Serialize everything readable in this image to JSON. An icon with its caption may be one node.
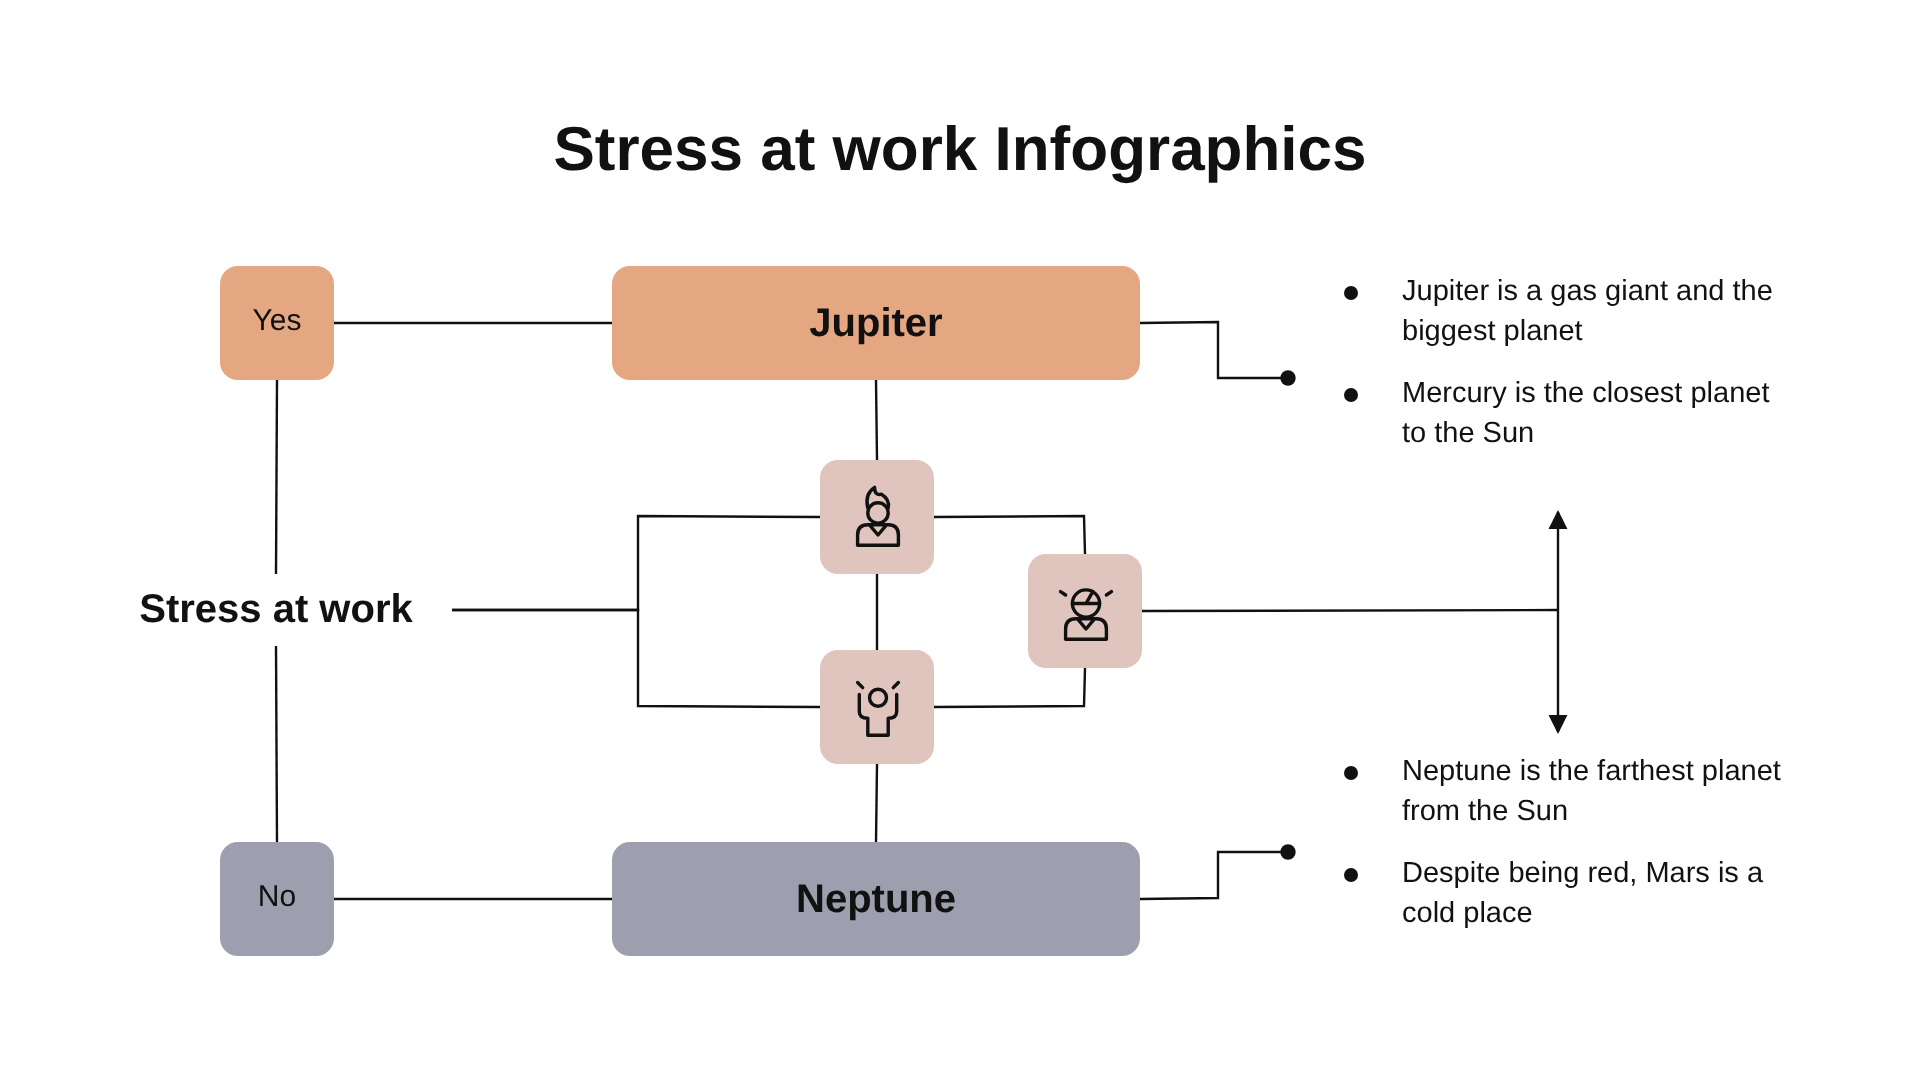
{
  "diagram": {
    "title": "Stress at work Infographics",
    "nodes": [
      {
        "text": [
          "Yes"
        ]
      },
      {
        "text": [
          "Jupiter"
        ]
      },
      {
        "text": [
          "Stress at work"
        ]
      },
      {
        "text": [],
        "shape": "box"
      },
      {
        "text": [],
        "shape": "box"
      },
      {
        "text": [],
        "shape": "box"
      },
      {
        "text": [
          "No"
        ]
      },
      {
        "text": [
          "Neptune"
        ]
      }
    ],
    "edges": [
      {
        "from": 0,
        "to": 1,
        "arrow": "none"
      },
      {
        "from": 2,
        "to": 0,
        "arrow": "none"
      },
      {
        "from": 2,
        "to": 6,
        "arrow": "none"
      },
      {
        "from": 6,
        "to": 7,
        "arrow": "none"
      },
      {
        "from": 2,
        "to": 3,
        "arrow": "none"
      },
      {
        "from": 2,
        "to": 4,
        "arrow": "none"
      },
      {
        "from": 1,
        "to": 3,
        "arrow": "none"
      },
      {
        "from": 3,
        "to": 4,
        "arrow": "none"
      },
      {
        "from": 4,
        "to": 7,
        "arrow": "none"
      },
      {
        "from": 3,
        "to": 5,
        "arrow": "none"
      },
      {
        "from": 4,
        "to": 5,
        "arrow": "none"
      },
      {
        "from": 5,
        "to": null,
        "arrow": "none"
      },
      {
        "from": 1,
        "to": null,
        "arrow": "other"
      },
      {
        "from": 7,
        "to": null,
        "arrow": "other"
      }
    ],
    "labels": [
      "Jupiter is a gas giant and the biggest planet",
      "Mercury is the closest planet to the Sun",
      "Neptune is the farthest planet from the Sun",
      "Despite being red, Mars is a cold place"
    ]
  }
}
